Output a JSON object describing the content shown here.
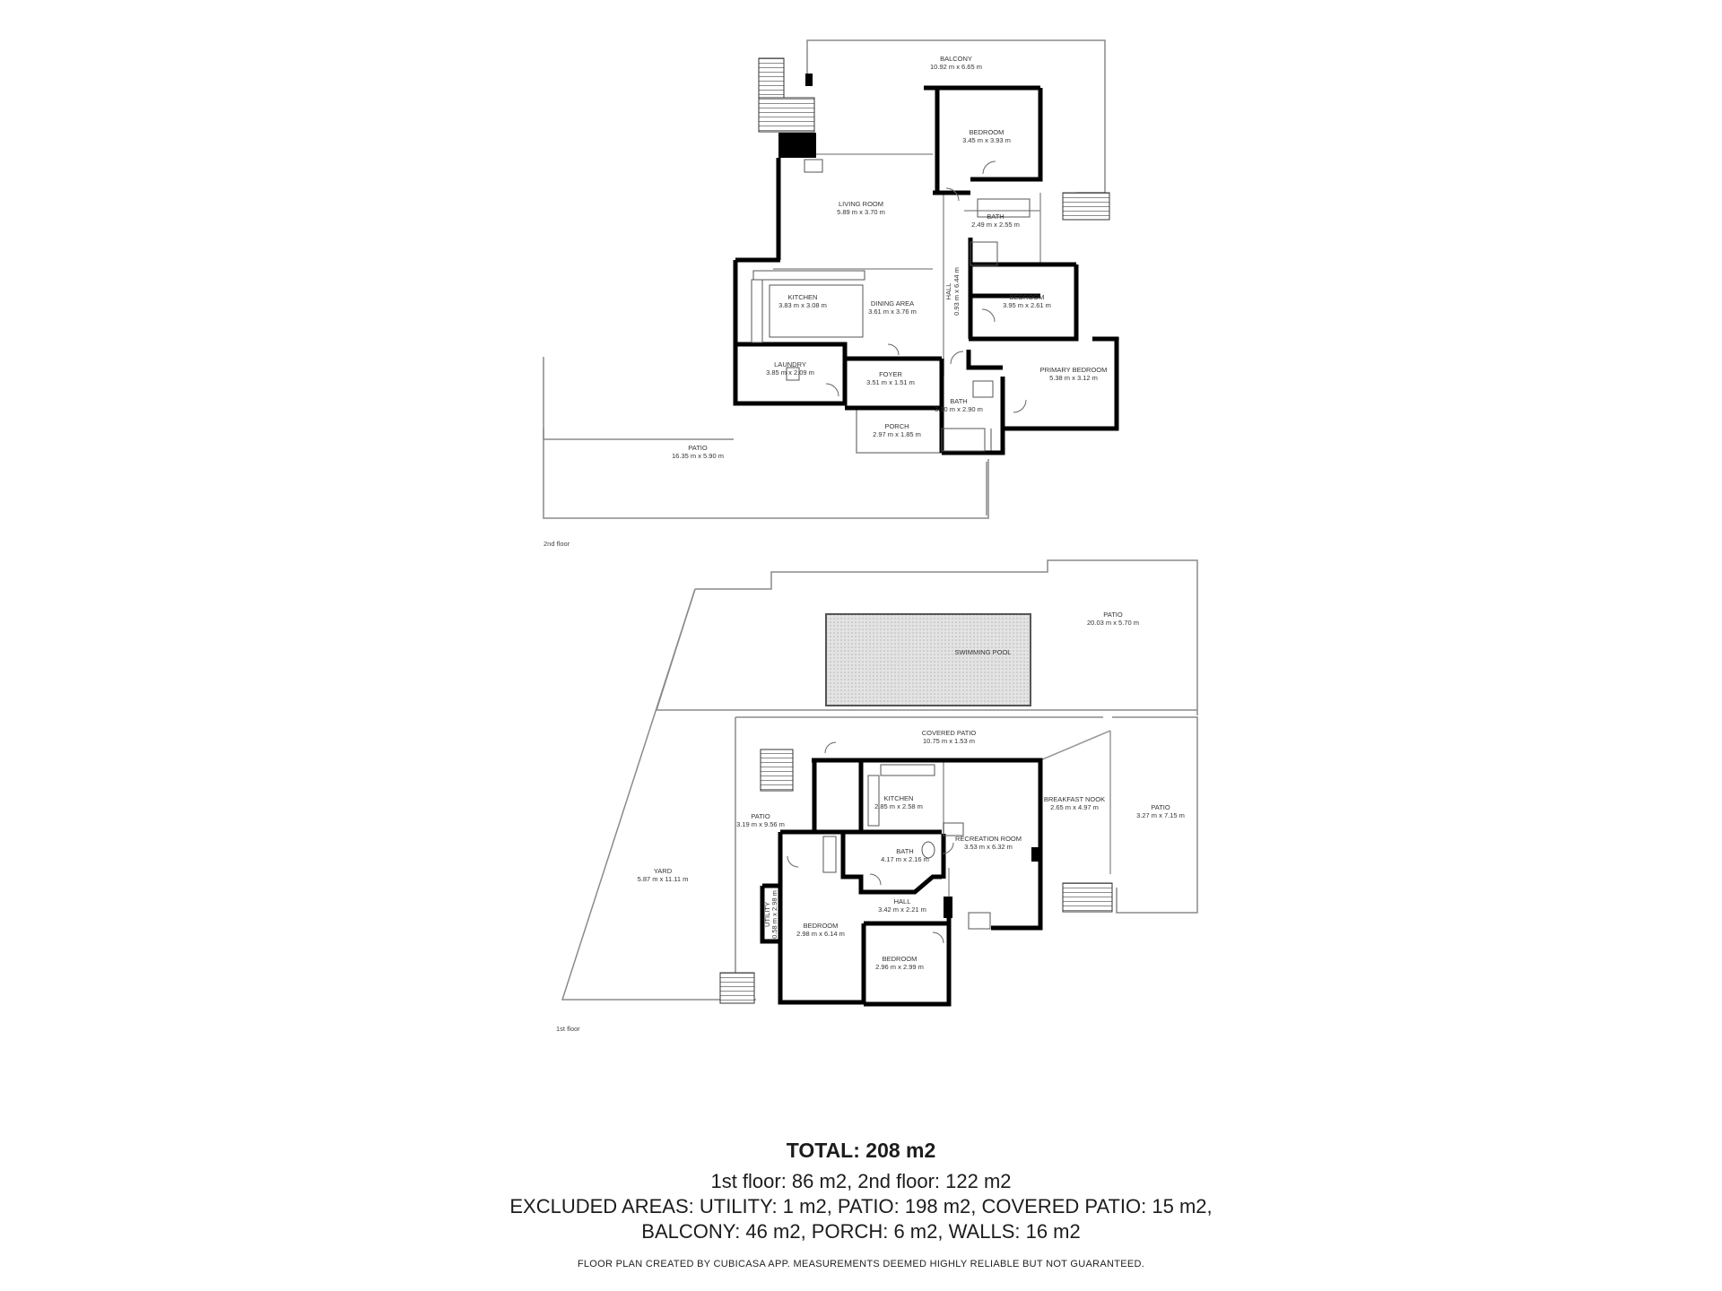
{
  "floors": {
    "second": {
      "label": "2nd floor",
      "rooms": [
        {
          "name": "BALCONY",
          "size": "10.92 m x 6.65 m"
        },
        {
          "name": "BEDROOM",
          "size": "3.45 m x 3.93 m"
        },
        {
          "name": "LIVING ROOM",
          "size": "5.89 m x 3.70 m"
        },
        {
          "name": "BATH",
          "size": "2.49 m x 2.55 m"
        },
        {
          "name": "HALL",
          "size": "0.93 m x 6.44 m"
        },
        {
          "name": "KITCHEN",
          "size": "3.83 m x 3.08 m"
        },
        {
          "name": "DINING AREA",
          "size": "3.61 m x 3.76 m"
        },
        {
          "name": "BEDROOM",
          "size": "3.95 m x 2.61 m"
        },
        {
          "name": "LAUNDRY",
          "size": "3.85 m x 2.09 m"
        },
        {
          "name": "FOYER",
          "size": "3.51 m x 1.51 m"
        },
        {
          "name": "PRIMARY BEDROOM",
          "size": "5.38 m x 3.12 m"
        },
        {
          "name": "BATH",
          "size": "3.10 m x 2.90 m"
        },
        {
          "name": "PORCH",
          "size": "2.97 m x 1.85 m"
        },
        {
          "name": "PATIO",
          "size": "16.35 m x 5.90 m"
        }
      ]
    },
    "first": {
      "label": "1st floor",
      "rooms": [
        {
          "name": "PATIO",
          "size": "20.03 m x 5.70 m"
        },
        {
          "name": "SWIMMING POOL",
          "size": ""
        },
        {
          "name": "COVERED PATIO",
          "size": "10.75 m x 1.53 m"
        },
        {
          "name": "KITCHEN",
          "size": "2.85 m x 2.58 m"
        },
        {
          "name": "BREAKFAST NOOK",
          "size": "2.65 m x 4.97 m"
        },
        {
          "name": "PATIO",
          "size": "3.27 m x 7.15 m"
        },
        {
          "name": "PATIO",
          "size": "3.19 m x 9.56 m"
        },
        {
          "name": "RECREATION ROOM",
          "size": "3.53 m x 6.32 m"
        },
        {
          "name": "BATH",
          "size": "4.17 m x 2.16 m"
        },
        {
          "name": "YARD",
          "size": "5.87 m x 11.11 m"
        },
        {
          "name": "HALL",
          "size": "3.42 m x 2.21 m"
        },
        {
          "name": "UTILITY",
          "size": "0.58 m x 2.98 m"
        },
        {
          "name": "BEDROOM",
          "size": "2.98 m x 6.14 m"
        },
        {
          "name": "BEDROOM",
          "size": "2.96 m x 2.99 m"
        }
      ]
    }
  },
  "summary": {
    "total_label": "TOTAL:",
    "total_value": "208 m2",
    "line1": "1st floor: 86 m2, 2nd floor: 122 m2",
    "line2": "EXCLUDED AREAS: UTILITY: 1 m2, PATIO: 198 m2, COVERED PATIO: 15 m2,",
    "line3": "BALCONY: 46 m2, PORCH: 6 m2, WALLS: 16 m2",
    "credit": "FLOOR PLAN CREATED BY CUBICASA APP. MEASUREMENTS DEEMED HIGHLY RELIABLE BUT NOT GUARANTEED."
  },
  "colors": {
    "wall": "#000000",
    "thin_line": "#9a9a9a",
    "pool_fill": "#d9d9d9"
  }
}
